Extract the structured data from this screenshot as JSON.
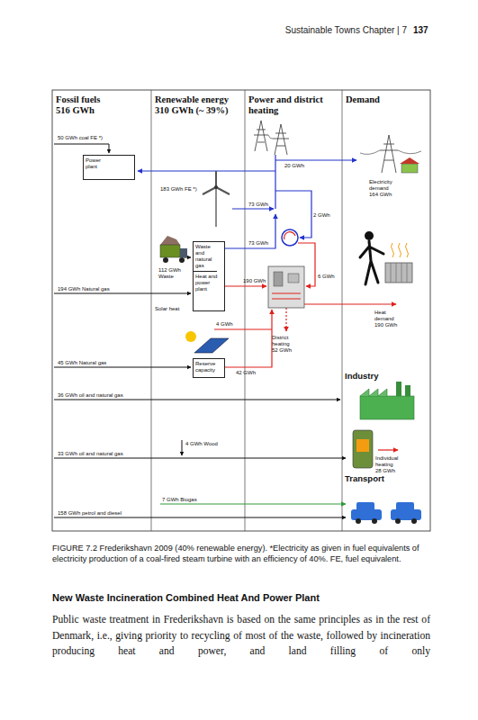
{
  "diagram": {
    "caption": "FIGURE 7.2 Frederikshavn 2009 (40% renewable energy). *Electricity as given in fuel equivalents of electricity production of a coal-fired steam turbine with an efficiency of 40%. FE, fuel equivalent.",
    "nodes": [
      {
        "text": [
          "Power plant"
        ]
      },
      {
        "text": [
          "Waste and natural gas",
          "Heat and power plant"
        ]
      },
      {
        "text": [
          "Reserve capacity"
        ]
      }
    ],
    "labels": [
      "Sustainable Towns Chapter | 7",
      "137",
      "Fossil fuels 516 GWh",
      "Renewable energy 310 GWh (~ 39%)",
      "Power and district heating",
      "Demand",
      "50 GWh coal FE *)",
      "20 GWh",
      "183 GWh FE *)",
      "73 GWh",
      "Electricity demand 164 GWh",
      "2 GWh",
      "73 GWh",
      "112 GWh Waste",
      "194 GWh Natural gas",
      "190 GWh",
      "6 GWh",
      "Heat demand 190 GWh",
      "Solar heat",
      "4 GWh",
      "District heating 52 GWh",
      "45 GWh Natural gas",
      "42 GWh",
      "Industry",
      "36 GWh oil and natural gas",
      "4 GWh Wood",
      "33 GWh oil and natural gas",
      "Individual heating 28 GWh",
      "Transport",
      "7 GWh Biogas",
      "158 GWh petrol and diesel",
      "New Waste Incineration Combined Heat And Power Plant",
      "Public waste treatment in Frederikshavn is based on the same principles as in the rest of Denmark, i.e., giving priority to recycling of most of the waste, followed by incineration producing heat and power, and land filling of only"
    ]
  }
}
